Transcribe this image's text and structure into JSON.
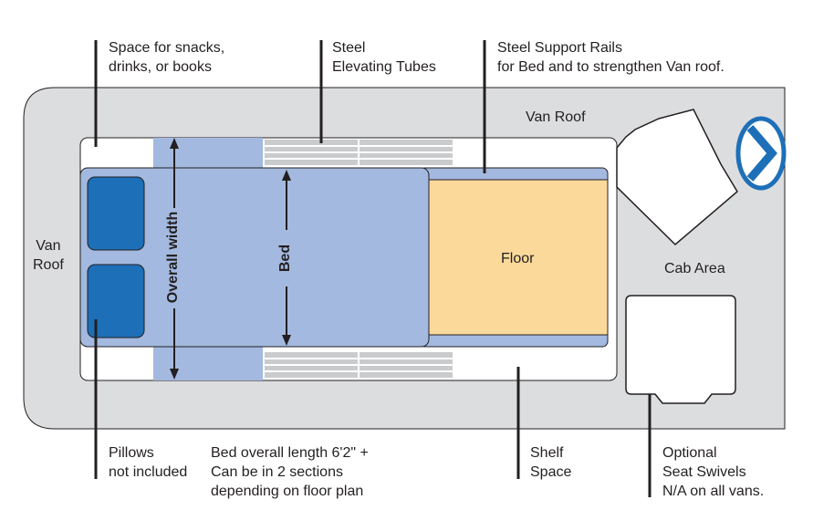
{
  "colors": {
    "van_body": "#dcdddf",
    "bed": "#a3b9df",
    "pillow": "#1d6fb8",
    "floor": "#fbd99a",
    "rail": "#a3b9df",
    "tube": "#c9cbcd",
    "line": "#231f20",
    "logo": "#1d6fb8"
  },
  "labels": {
    "space_snacks": "Space for snacks,\ndrinks, or books",
    "steel_tubes": "Steel\nElevating Tubes",
    "steel_rails": "Steel Support Rails\nfor Bed and to strengthen Van roof.",
    "van_roof_top": "Van Roof",
    "van_roof_left": "Van\nRoof",
    "floor": "Floor",
    "cab_area": "Cab Area",
    "overall_width": "Overall width",
    "bed": "Bed",
    "pillows": "Pillows\nnot included",
    "bed_length": "Bed overall length 6'2\" +\nCan be in 2 sections\ndepending on floor plan",
    "shelf_space": "Shelf\nSpace",
    "seat_swivels": "Optional\nSeat Swivels\nN/A on all vans."
  },
  "icons": {
    "logo": "chevron-logo-icon"
  }
}
